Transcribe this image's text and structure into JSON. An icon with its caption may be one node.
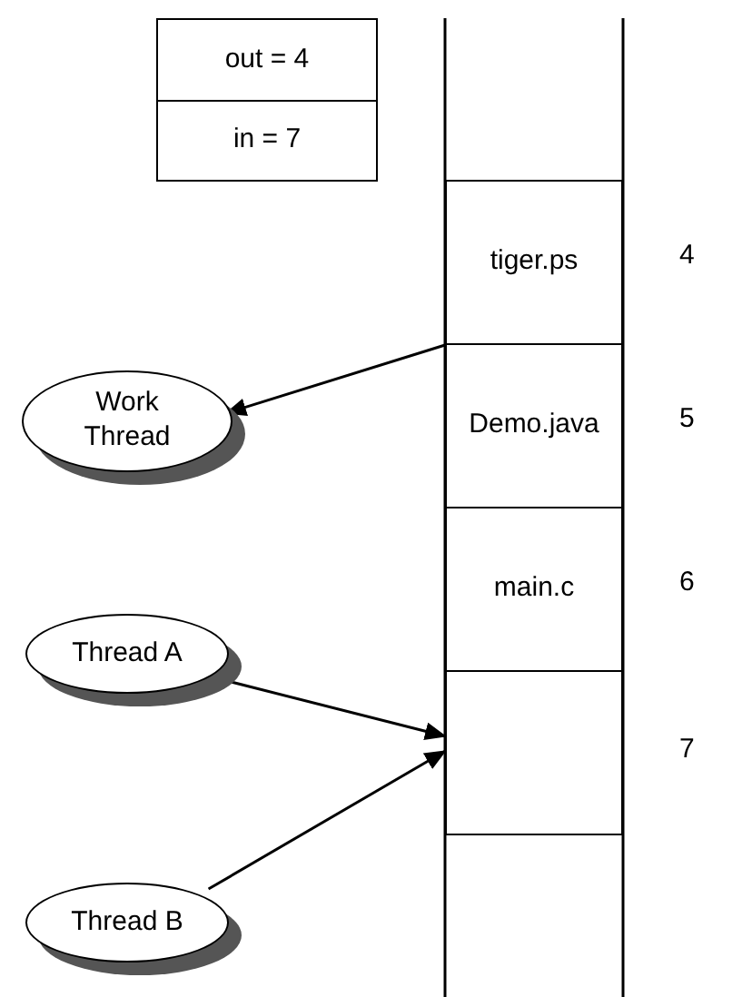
{
  "diagram": {
    "nodes": [
      {
        "text": [
          "out = 4"
        ]
      },
      {
        "text": [
          "in = 7"
        ]
      },
      {
        "text": [
          "tiger.ps"
        ]
      },
      {
        "text": [
          "Demo.java"
        ]
      },
      {
        "text": [
          "main.c"
        ]
      },
      {
        "text": [],
        "shape": "box"
      },
      {
        "text": [
          "Work Thread"
        ]
      },
      {
        "text": [
          "Thread A"
        ]
      },
      {
        "text": [
          "Thread B"
        ]
      }
    ],
    "edges": [
      {
        "from": 2,
        "to": 6,
        "arrow": "to"
      },
      {
        "from": 7,
        "to": 5,
        "arrow": "to"
      },
      {
        "from": 8,
        "to": 5,
        "arrow": "to"
      }
    ],
    "labels": [
      "4",
      "5",
      "6",
      "7"
    ]
  }
}
